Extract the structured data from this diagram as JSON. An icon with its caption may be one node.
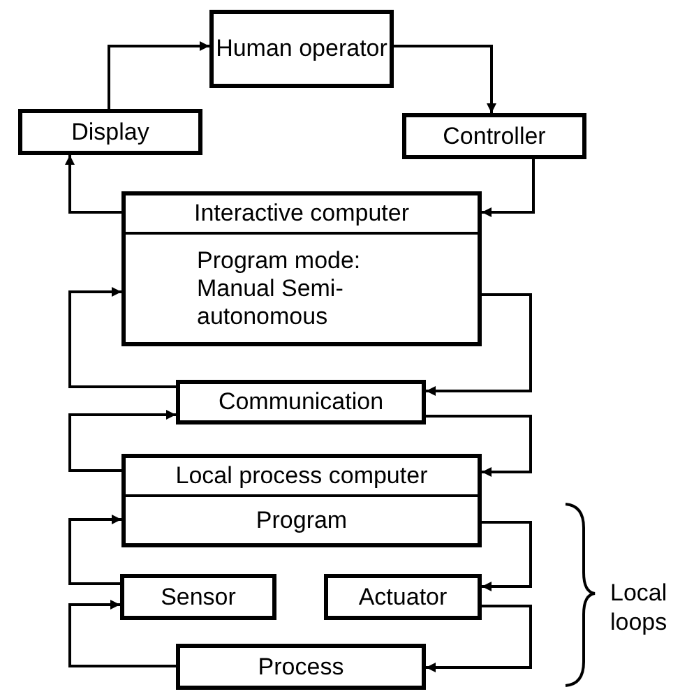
{
  "diagram": {
    "nodes": [
      {
        "text": [
          "Human operator"
        ]
      },
      {
        "text": [
          "Display"
        ]
      },
      {
        "text": [
          "Controller"
        ]
      },
      {
        "text": [
          "Interactive computer",
          "Program mode: Manual Semi-autonomous"
        ]
      },
      {
        "text": [
          "Communication"
        ]
      },
      {
        "text": [
          "Local process computer",
          "Program"
        ]
      },
      {
        "text": [
          "Sensor"
        ]
      },
      {
        "text": [
          "Actuator"
        ]
      },
      {
        "text": [
          "Process"
        ]
      }
    ],
    "edges": [
      {
        "from": 1,
        "to": 0,
        "arrow": "to"
      },
      {
        "from": 0,
        "to": 2,
        "arrow": "to"
      },
      {
        "from": 2,
        "to": 3,
        "arrow": "to"
      },
      {
        "from": 3,
        "to": 1,
        "arrow": "to"
      },
      {
        "from": 4,
        "to": 3,
        "arrow": "to"
      },
      {
        "from": 3,
        "to": 4,
        "arrow": "to"
      },
      {
        "from": 5,
        "to": 4,
        "arrow": "to"
      },
      {
        "from": 4,
        "to": 5,
        "arrow": "to"
      },
      {
        "from": 6,
        "to": 5,
        "arrow": "to"
      },
      {
        "from": 5,
        "to": 7,
        "arrow": "to"
      },
      {
        "from": 8,
        "to": 6,
        "arrow": "to"
      },
      {
        "from": 7,
        "to": 8,
        "arrow": "to"
      }
    ],
    "labels": [
      "Local loops"
    ]
  }
}
